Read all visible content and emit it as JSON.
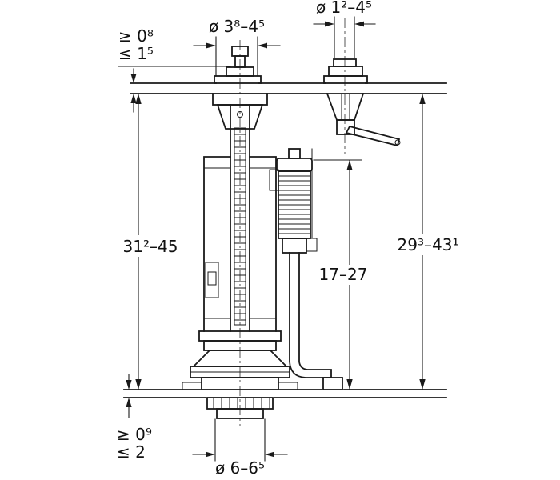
{
  "figure": {
    "background": "#ffffff",
    "ink": "#1a1a1a",
    "description_labels": {
      "height_left": "31²–45",
      "height_right": "29³–43¹",
      "height_fill_valve": "17–27",
      "dia_flush_rod": "ø 3⁸–4⁵",
      "dia_fill_valve": "ø 1²–4⁵",
      "dia_outlet": "ø 6–6⁵",
      "top_wall_min": "≥ 0⁸",
      "top_wall_max": "≤ 1⁵",
      "bottom_wall_min": "≥ 0⁹",
      "bottom_wall_max": "≤ 2"
    }
  }
}
